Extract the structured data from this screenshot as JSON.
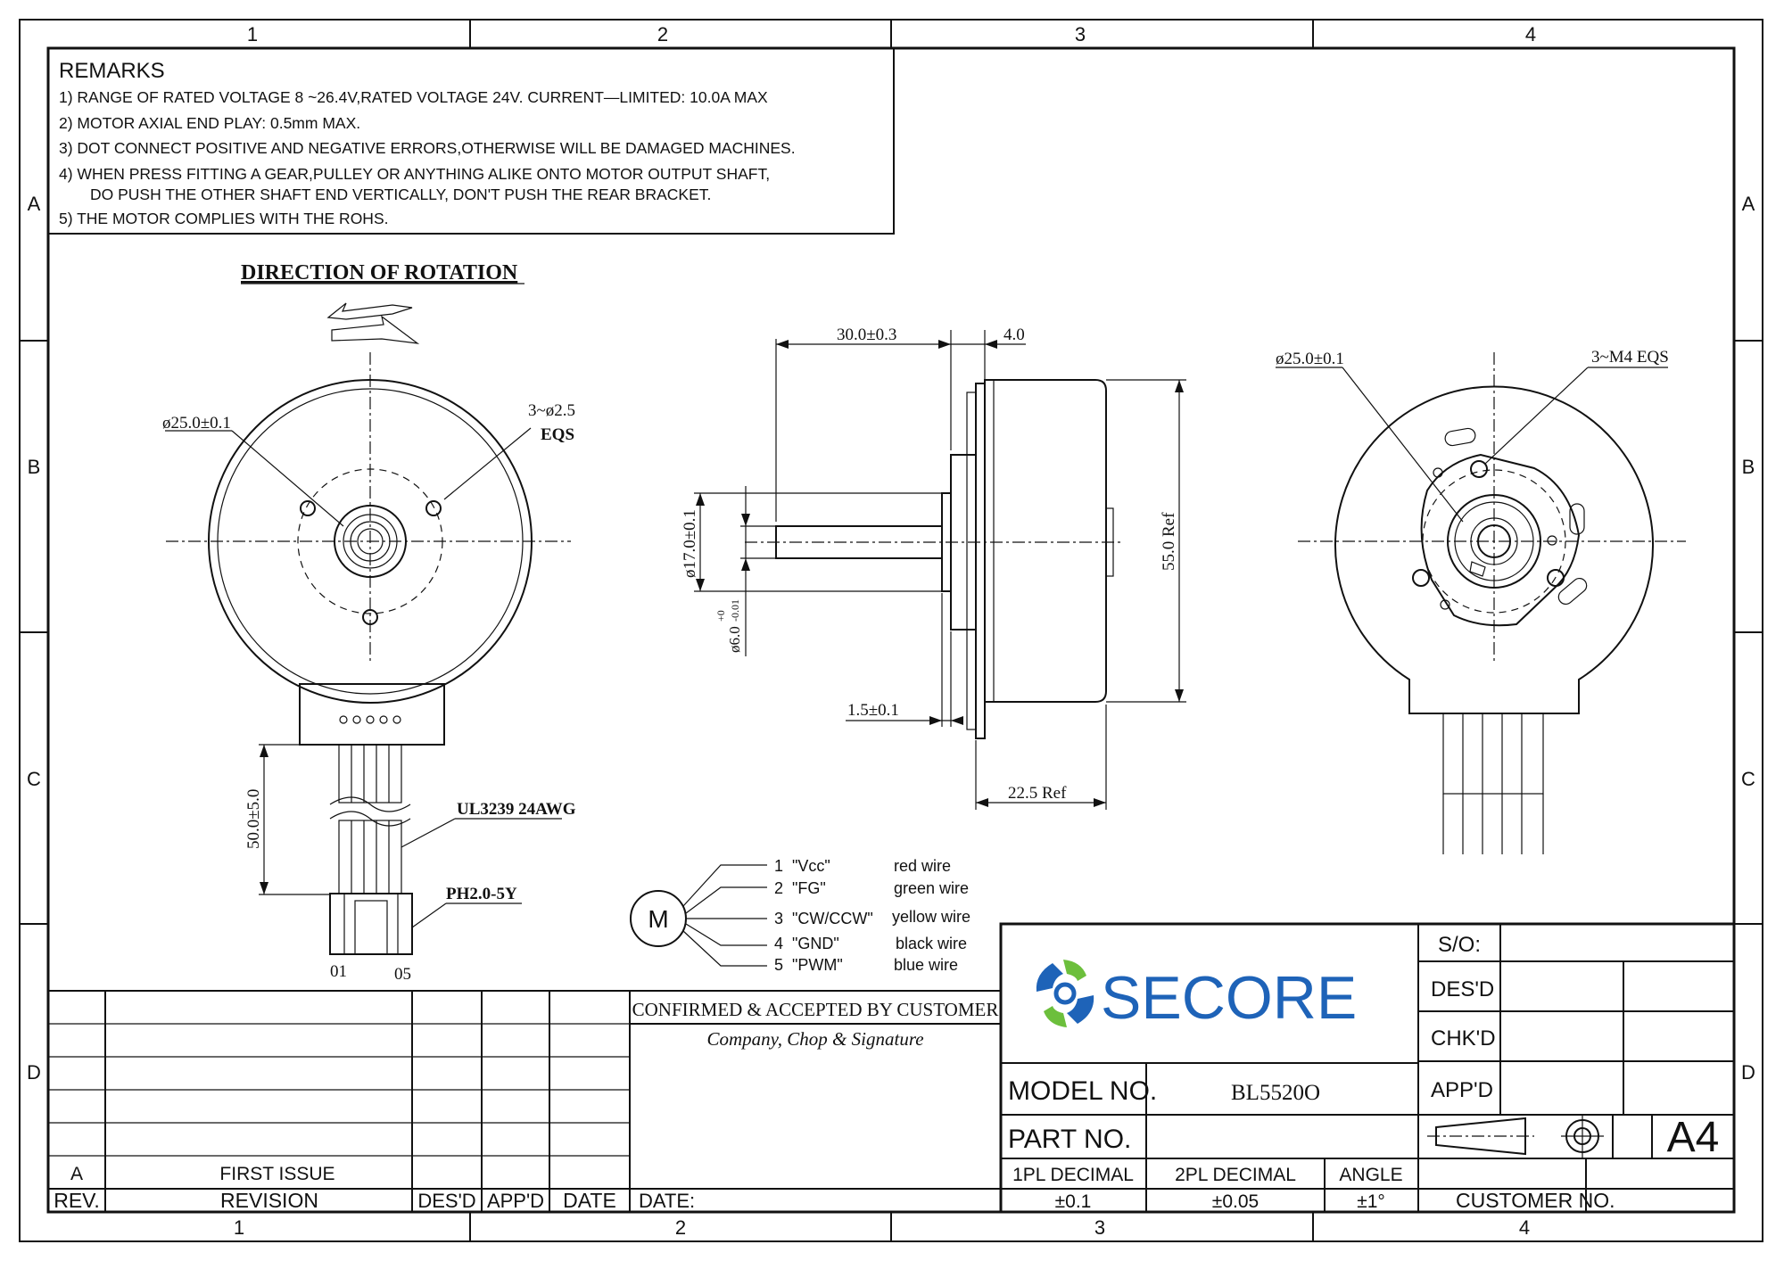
{
  "zones": {
    "columns": [
      "1",
      "2",
      "3",
      "4"
    ],
    "rows": [
      "A",
      "B",
      "C",
      "D"
    ]
  },
  "remarks": {
    "title": "REMARKS",
    "items": [
      "1)  RANGE  OF  RATED  VOLTAGE  8  ~26.4V,RATED  VOLTAGE  24V.  CURRENT—LIMITED:  10.0A  MAX",
      "2)  MOTOR  AXIAL  END  PLAY:  0.5mm  MAX.",
      "3)  DOT  CONNECT  POSITIVE  AND  NEGATIVE  ERRORS,OTHERWISE  WILL  BE  DAMAGED  MACHINES.",
      "4)  WHEN  PRESS  FITTING  A  GEAR,PULLEY  OR  ANYTHING  ALIKE  ONTO  MOTOR  OUTPUT  SHAFT,",
      "DO  PUSH  THE  OTHER  SHAFT  END  VERTICALLY,  DON'T  PUSH  THE  REAR  BRACKET.",
      "5)  THE  MOTOR  COMPLIES  WITH  THE  ROHS."
    ]
  },
  "front_view": {
    "heading": "DIRECTION  OF  ROTATION",
    "dia_label": "ø25.0±0.1",
    "holes_label": "3~ø2.5",
    "holes_sub": "EQS",
    "lead_length": "50.0±5.0",
    "cable_label": "UL3239  24AWG",
    "connector_label": "PH2.0-5Y",
    "pin_first": "01",
    "pin_last": "05"
  },
  "side_view": {
    "dim_shaft_len": "30.0±0.3",
    "dim_flange": "4.0",
    "dim_body_dia": "55.0  Ref",
    "dim_boss_dia": "ø17.0±0.1",
    "dim_shaft_dia": "ø6.0",
    "dim_shaft_tol_up": "+0",
    "dim_shaft_tol_low": "-0.01",
    "dim_boss_len": "1.5±0.1",
    "dim_body_len": "22.5  Ref"
  },
  "rear_view": {
    "dia_label": "ø25.0±0.1",
    "holes_label": "3~M4  EQS"
  },
  "wiring": {
    "motor_symbol": "M",
    "wires": [
      {
        "num": "1",
        "name": "\"Vcc\"",
        "color": "red wire"
      },
      {
        "num": "2",
        "name": "\"FG\"",
        "color": "green wire"
      },
      {
        "num": "3",
        "name": "\"CW/CCW\"",
        "color": "yellow wire"
      },
      {
        "num": "4",
        "name": "\"GND\"",
        "color": "black wire"
      },
      {
        "num": "5",
        "name": "\"PWM\"",
        "color": "blue wire"
      }
    ]
  },
  "revision_block": {
    "rev_letter": "A",
    "rev_desc": "FIRST  ISSUE",
    "headers": {
      "rev": "REV.",
      "revision": "REVISION",
      "desd": "DES'D",
      "appd": "APP'D",
      "date": "DATE"
    }
  },
  "customer_block": {
    "title": "CONFIRMED  &  ACCEPTED  BY  CUSTOMER",
    "subtitle": "Company,  Chop  &  Signature",
    "date_label": "DATE:"
  },
  "title_block": {
    "logo_text": "SECORE",
    "logo_colors": {
      "blue": "#1e63b8",
      "green": "#6cbf3c"
    },
    "model_label": "MODEL  NO.",
    "model_value": "BL5520O",
    "part_label": "PART  NO.",
    "part_value": "",
    "tol_headers": [
      "1PL  DECIMAL",
      "2PL  DECIMAL",
      "ANGLE"
    ],
    "tol_values": [
      "±0.1",
      "±0.05",
      "±1°"
    ],
    "so_label": "S/O:",
    "desd_label": "DES'D",
    "chkd_label": "CHK'D",
    "appd_label": "APP'D",
    "sheet_size": "A4",
    "customer_no_label": "CUSTOMER  NO."
  }
}
